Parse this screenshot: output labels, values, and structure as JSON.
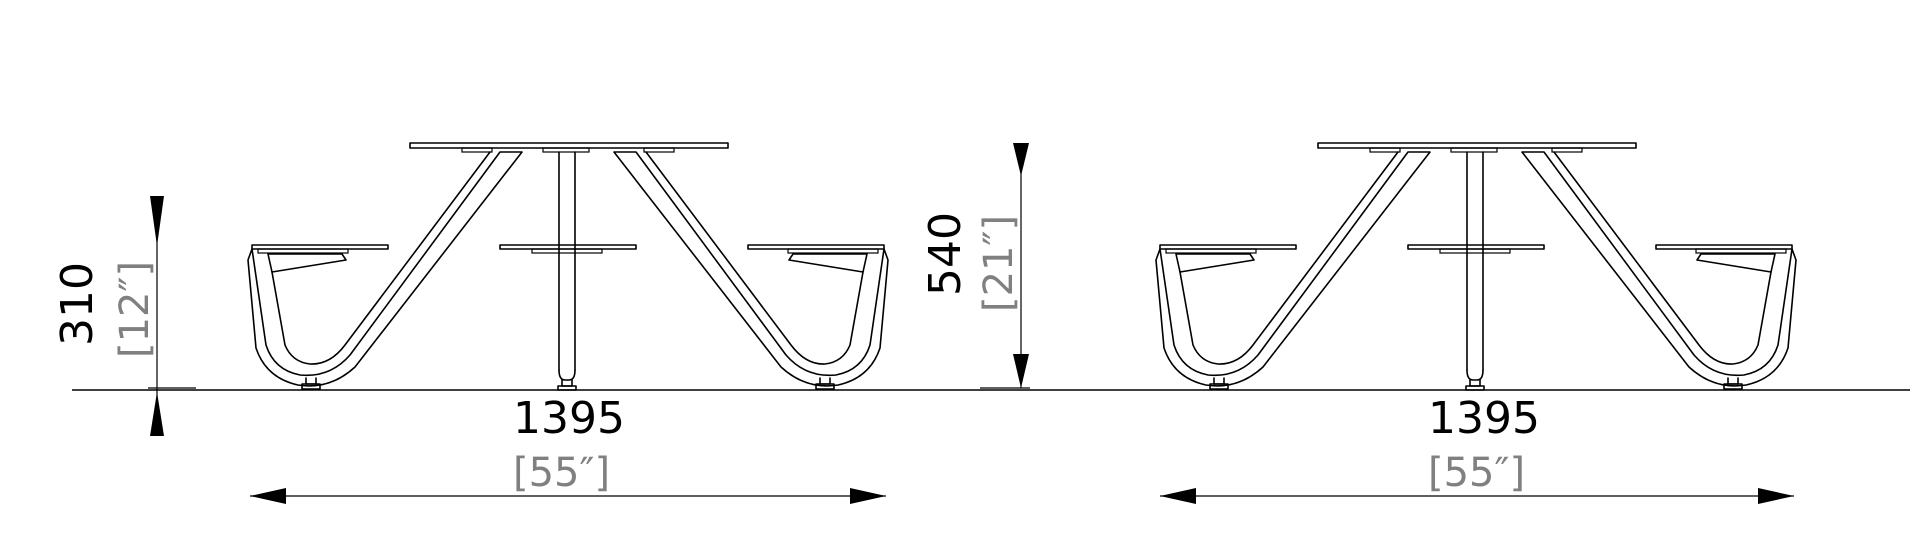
{
  "dimensions": {
    "seat_height": {
      "metric": "310",
      "imperial": "[12″]"
    },
    "table_height": {
      "metric": "540",
      "imperial": "[21″]"
    },
    "width_left": {
      "metric": "1395",
      "imperial": "[55″]"
    },
    "width_right": {
      "metric": "1395",
      "imperial": "[55″]"
    }
  },
  "colors": {
    "line": "#000000",
    "imperial_text": "#808080"
  }
}
